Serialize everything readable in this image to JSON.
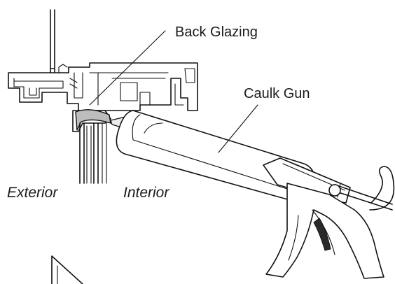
{
  "labels": {
    "back_glazing": "Back Glazing",
    "caulk_gun": "Caulk Gun",
    "exterior": "Exterior",
    "interior": "Interior"
  },
  "colors": {
    "line": "#111111",
    "sealant": "#bdbdbd",
    "background": "#ffffff"
  }
}
